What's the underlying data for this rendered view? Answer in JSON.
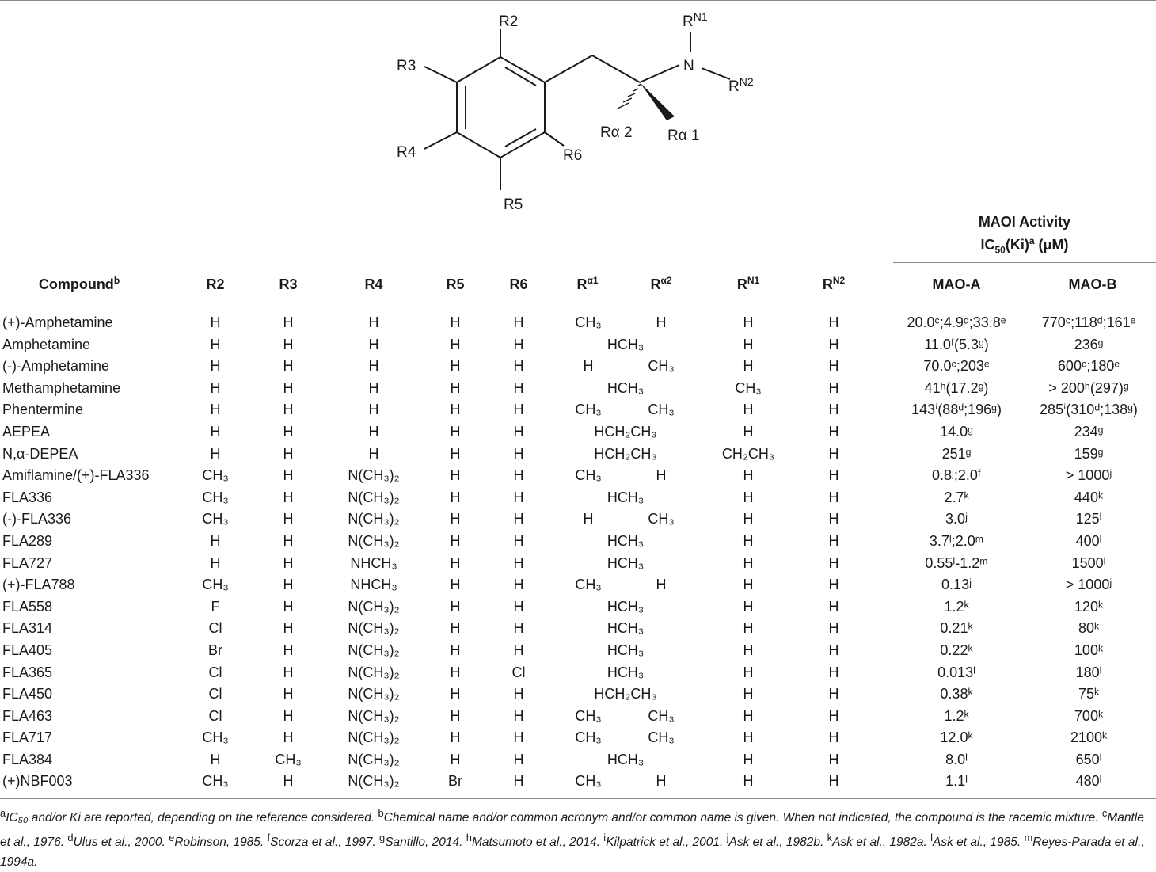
{
  "structure": {
    "labels": {
      "r2": "R2",
      "r3": "R3",
      "r4": "R4",
      "r5": "R5",
      "r6": "R6",
      "n": "N",
      "rn1_base": "R",
      "rn1_sup": "N1",
      "rn2_base": "R",
      "rn2_sup": "N2",
      "ra1": "Rα 1",
      "ra2": "Rα 2"
    }
  },
  "maoi_header": {
    "line1": "MAOI Activity",
    "line2_a": "IC",
    "line2_sub": "50",
    "line2_b": "(Ki)",
    "line2_sup": "a",
    "line2_c": " (μM)"
  },
  "columns": {
    "compound": "Compound",
    "compound_sup": "b",
    "r2": "R2",
    "r3": "R3",
    "r4": "R4",
    "r5": "R5",
    "r6": "R6",
    "ra1": "R",
    "ra1_sup": "α1",
    "ra2": "R",
    "ra2_sup": "α2",
    "rn1": "R",
    "rn1_sup": "N1",
    "rn2": "R",
    "rn2_sup": "N2",
    "maoa": "MAO-A",
    "maob": "MAO-B"
  },
  "rows": [
    {
      "name": "(+)-Amphetamine",
      "r2": "H",
      "r3": "H",
      "r4": "H",
      "r5": "H",
      "r6": "H",
      "ra1": "CH₃",
      "ra2": "H",
      "rn1": "H",
      "rn2": "H",
      "maoa": "20.0ᶜ;4.9ᵈ;33.8ᵉ",
      "maob": "770ᶜ;118ᵈ;161ᵉ"
    },
    {
      "name": "Amphetamine",
      "r2": "H",
      "r3": "H",
      "r4": "H",
      "r5": "H",
      "r6": "H",
      "ra_merged": "HCH₃",
      "rn1": "H",
      "rn2": "H",
      "maoa": "11.0ᶠ(5.3ᵍ)",
      "maob": "236ᵍ"
    },
    {
      "name": "(-)-Amphetamine",
      "r2": "H",
      "r3": "H",
      "r4": "H",
      "r5": "H",
      "r6": "H",
      "ra1": "H",
      "ra2": "CH₃",
      "rn1": "H",
      "rn2": "H",
      "maoa": "70.0ᶜ;203ᵉ",
      "maob": "600ᶜ;180ᵉ"
    },
    {
      "name": "Methamphetamine",
      "r2": "H",
      "r3": "H",
      "r4": "H",
      "r5": "H",
      "r6": "H",
      "ra_merged": "HCH₃",
      "rn1": "CH₃",
      "rn2": "H",
      "maoa": "41ʰ(17.2ᵍ)",
      "maob": "> 200ʰ(297)ᵍ"
    },
    {
      "name": "Phentermine",
      "r2": "H",
      "r3": "H",
      "r4": "H",
      "r5": "H",
      "r6": "H",
      "ra1": "CH₃",
      "ra2": "CH₃",
      "rn1": "H",
      "rn2": "H",
      "maoa": "143ⁱ(88ᵈ;196ᵍ)",
      "maob": "285ⁱ(310ᵈ;138ᵍ)"
    },
    {
      "name": "AEPEA",
      "r2": "H",
      "r3": "H",
      "r4": "H",
      "r5": "H",
      "r6": "H",
      "ra_merged": "HCH₂CH₃",
      "rn1": "H",
      "rn2": "H",
      "maoa": "14.0ᵍ",
      "maob": "234ᵍ"
    },
    {
      "name": "N,α-DEPEA",
      "r2": "H",
      "r3": "H",
      "r4": "H",
      "r5": "H",
      "r6": "H",
      "ra_merged": "HCH₂CH₃",
      "rn1": "CH₂CH₃",
      "rn2": "H",
      "maoa": "251ᵍ",
      "maob": "159ᵍ"
    },
    {
      "name": "Amiflamine/(+)-FLA336",
      "r2": "CH₃",
      "r3": "H",
      "r4": "N(CH₃)₂",
      "r5": "H",
      "r6": "H",
      "ra1": "CH₃",
      "ra2": "H",
      "rn1": "H",
      "rn2": "H",
      "maoa": "0.8ʲ;2.0ᶠ",
      "maob": "> 1000ʲ"
    },
    {
      "name": "FLA336",
      "r2": "CH₃",
      "r3": "H",
      "r4": "N(CH₃)₂",
      "r5": "H",
      "r6": "H",
      "ra_merged": "HCH₃",
      "rn1": "H",
      "rn2": "H",
      "maoa": "2.7ᵏ",
      "maob": "440ᵏ"
    },
    {
      "name": "(-)-FLA336",
      "r2": "CH₃",
      "r3": "H",
      "r4": "N(CH₃)₂",
      "r5": "H",
      "r6": "H",
      "ra1": "H",
      "ra2": "CH₃",
      "rn1": "H",
      "rn2": "H",
      "maoa": "3.0ʲ",
      "maob": "125ˡ"
    },
    {
      "name": "FLA289",
      "r2": "H",
      "r3": "H",
      "r4": "N(CH₃)₂",
      "r5": "H",
      "r6": "H",
      "ra_merged": "HCH₃",
      "rn1": "H",
      "rn2": "H",
      "maoa": "3.7ˡ;2.0ᵐ",
      "maob": "400ˡ"
    },
    {
      "name": "FLA727",
      "r2": "H",
      "r3": "H",
      "r4": "NHCH₃",
      "r5": "H",
      "r6": "H",
      "ra_merged": "HCH₃",
      "rn1": "H",
      "rn2": "H",
      "maoa": "0.55ˡ-1.2ᵐ",
      "maob": "1500ˡ"
    },
    {
      "name": "(+)-FLA788",
      "r2": "CH₃",
      "r3": "H",
      "r4": "NHCH₃",
      "r5": "H",
      "r6": "H",
      "ra1": "CH₃",
      "ra2": "H",
      "rn1": "H",
      "rn2": "H",
      "maoa": "0.13ʲ",
      "maob": "> 1000ʲ"
    },
    {
      "name": "FLA558",
      "r2": "F",
      "r3": "H",
      "r4": "N(CH₃)₂",
      "r5": "H",
      "r6": "H",
      "ra_merged": "HCH₃",
      "rn1": "H",
      "rn2": "H",
      "maoa": "1.2ᵏ",
      "maob": "120ᵏ"
    },
    {
      "name": "FLA314",
      "r2": "Cl",
      "r3": "H",
      "r4": "N(CH₃)₂",
      "r5": "H",
      "r6": "H",
      "ra_merged": "HCH₃",
      "rn1": "H",
      "rn2": "H",
      "maoa": "0.21ᵏ",
      "maob": "80ᵏ"
    },
    {
      "name": "FLA405",
      "r2": "Br",
      "r3": "H",
      "r4": "N(CH₃)₂",
      "r5": "H",
      "r6": "H",
      "ra_merged": "HCH₃",
      "rn1": "H",
      "rn2": "H",
      "maoa": "0.22ᵏ",
      "maob": "100ᵏ"
    },
    {
      "name": "FLA365",
      "r2": "Cl",
      "r3": "H",
      "r4": "N(CH₃)₂",
      "r5": "H",
      "r6": "Cl",
      "ra_merged": "HCH₃",
      "rn1": "H",
      "rn2": "H",
      "maoa": "0.013ˡ",
      "maob": "180ˡ"
    },
    {
      "name": "FLA450",
      "r2": "Cl",
      "r3": "H",
      "r4": "N(CH₃)₂",
      "r5": "H",
      "r6": "H",
      "ra_merged": "HCH₂CH₃",
      "rn1": "H",
      "rn2": "H",
      "maoa": "0.38ᵏ",
      "maob": "75ᵏ"
    },
    {
      "name": "FLA463",
      "r2": "Cl",
      "r3": "H",
      "r4": "N(CH₃)₂",
      "r5": "H",
      "r6": "H",
      "ra1": "CH₃",
      "ra2": "CH₃",
      "rn1": "H",
      "rn2": "H",
      "maoa": "1.2ᵏ",
      "maob": "700ᵏ"
    },
    {
      "name": "FLA717",
      "r2": "CH₃",
      "r3": "H",
      "r4": "N(CH₃)₂",
      "r5": "H",
      "r6": "H",
      "ra1": "CH₃",
      "ra2": "CH₃",
      "rn1": "H",
      "rn2": "H",
      "maoa": "12.0ᵏ",
      "maob": "2100ᵏ"
    },
    {
      "name": "FLA384",
      "r2": "H",
      "r3": "CH₃",
      "r4": "N(CH₃)₂",
      "r5": "H",
      "r6": "H",
      "ra_merged": "HCH₃",
      "rn1": "H",
      "rn2": "H",
      "maoa": "8.0ˡ",
      "maob": "650ˡ"
    },
    {
      "name": "(+)NBF003",
      "r2": "CH₃",
      "r3": "H",
      "r4": "N(CH₃)₂",
      "r5": "Br",
      "r6": "H",
      "ra1": "CH₃",
      "ra2": "H",
      "rn1": "H",
      "rn2": "H",
      "maoa": "1.1ˡ",
      "maob": "480ˡ"
    }
  ],
  "footnotes": {
    "a_sup": "a",
    "a_text": "IC₅₀ and/or Ki are reported, depending on the reference considered.",
    "b_sup": "b",
    "b_text": "Chemical name and/or common acronym and/or common name is given. When not indicated, the compound is the racemic mixture.",
    "c_sup": "c",
    "c_text": "Mantle et al., 1976.",
    "d_sup": "d",
    "d_text": "Ulus et al., 2000.",
    "e_sup": "e",
    "e_text": "Robinson, 1985.",
    "f_sup": "f",
    "f_text": "Scorza et al., 1997.",
    "g_sup": "g",
    "g_text": "Santillo, 2014.",
    "h_sup": "h",
    "h_text": "Matsumoto et al., 2014.",
    "i_sup": "i",
    "i_text": "Kilpatrick et al., 2001.",
    "j_sup": "j",
    "j_text": "Ask et al., 1982b.",
    "k_sup": "k",
    "k_text": "Ask et al., 1982a.",
    "l_sup": "l",
    "l_text": "Ask et al., 1985.",
    "m_sup": "m",
    "m_text": "Reyes-Parada et al., 1994a."
  }
}
